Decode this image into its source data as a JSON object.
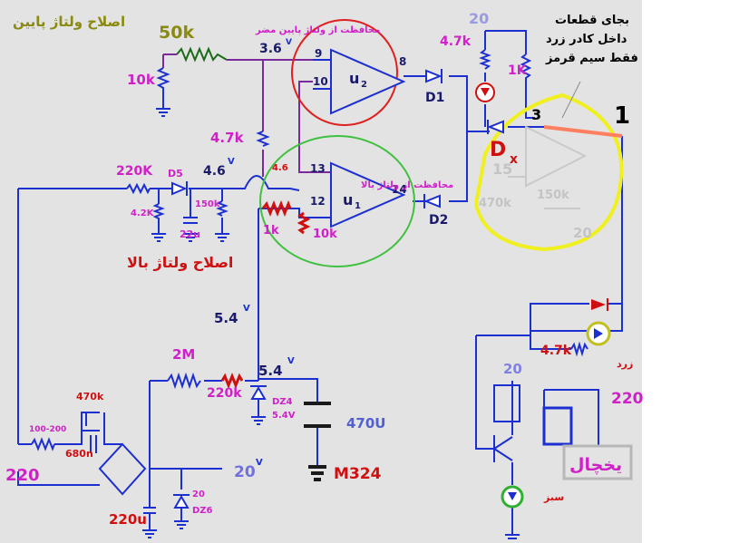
{
  "texts": {
    "title_low_fix": "اصلاح ولتاژ پایین",
    "r_50k": "50k",
    "r_10k_top": "10k",
    "v_3_6": "3.6",
    "v_sup": "V",
    "protect_low": "محافظت از ولتاژ پایین مضر",
    "pin_9": "9",
    "pin_10": "10",
    "pin_8": "8",
    "u2": "u",
    "u2_sub": "2",
    "u1": "u",
    "u1_sub": "1",
    "d1": "D1",
    "d2": "D2",
    "v_20_top": "20",
    "r_4_7k_top": "4.7k",
    "r_1k": "1K",
    "note_line1": "بجای قطعات",
    "note_line2": "داخل کادر زرد",
    "note_line3": "فقط سیم قرمز",
    "num_3": "3",
    "num_1": "1",
    "dx": "D",
    "dx_sub": "x",
    "ghost_15": "15",
    "ghost_470k": "470k",
    "ghost_150k": "150k",
    "ghost_20": "20",
    "r_4_7k_mid": "4.7k",
    "v_4_6": "4.6",
    "v_4_6_small": "4.6",
    "pin_13": "13",
    "pin_12": "12",
    "pin_14": "14",
    "protect_high": "محافظت از ولتاژ بالا",
    "r_220k": "220K",
    "d5": "D5",
    "r_4_2k": "4.2K",
    "c_22u": "22u",
    "r_150k": "150k",
    "r_1k_u1": "1k",
    "r_10k_u1": "10k",
    "high_fix": "اصلاح ولتاژ بالا",
    "v_5_4_a": "5.4",
    "r_2m": "2M",
    "r_220k_b": "220k",
    "v_5_4_b": "5.4",
    "dz4": "DZ4",
    "dz4_v": "5.4V",
    "c_470u": "470U",
    "m324": "M324",
    "r_470k": "470k",
    "r_100_200": "100-200",
    "c_680n": "680n",
    "ac_220": "220",
    "v_20_out": "20",
    "dz6_v": "20",
    "dz6": "DZ6",
    "c_220u": "220u",
    "r_4_7k_relay": "4.7k",
    "yellow_fa": "زرد",
    "v_20_relay": "20",
    "ac_220_right": "220",
    "fridge": "یخچال",
    "green_fa": "سبز"
  },
  "colors": {
    "wire_blue": "#1c2fd0",
    "wire_purple": "#7a2a9a",
    "label_magenta": "#d020c8",
    "label_dark_blue": "#1a1a6a",
    "red_accent": "#d01010",
    "circle_red": "#e02020",
    "circle_green": "#40c040",
    "highlight_yellow": "#f0f020",
    "background_gray": "#e3e3e3",
    "title_olive": "#8a8a10"
  }
}
